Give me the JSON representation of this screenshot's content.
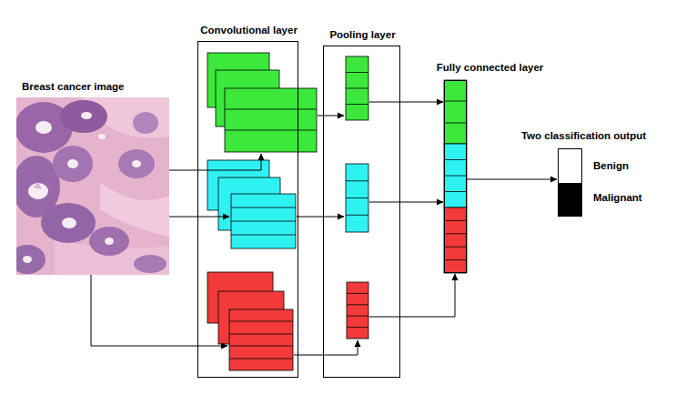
{
  "diagram": {
    "nodes": [
      {
        "text": [
          "Breast cancer image"
        ]
      },
      {
        "text": [
          "Convolutional layer"
        ]
      },
      {
        "text": [
          "Pooling layer"
        ]
      },
      {
        "text": [
          "Fully connected layer"
        ]
      },
      {
        "text": [
          "Two classification output"
        ]
      },
      {
        "text": [
          "Benign"
        ],
        "in": 4
      },
      {
        "text": [
          "Malignant"
        ],
        "in": 4
      }
    ],
    "edges": [
      {
        "from": 0,
        "to": 1,
        "arrow": "to"
      },
      {
        "from": 0,
        "to": 1,
        "arrow": "to"
      },
      {
        "from": 0,
        "to": 1,
        "arrow": "to"
      },
      {
        "from": 1,
        "to": 2,
        "arrow": "to"
      },
      {
        "from": 1,
        "to": 2,
        "arrow": "to"
      },
      {
        "from": 1,
        "to": 2,
        "arrow": "to"
      },
      {
        "from": 2,
        "to": 3,
        "arrow": "to"
      },
      {
        "from": 2,
        "to": 3,
        "arrow": "to"
      },
      {
        "from": 2,
        "to": 3,
        "arrow": "to"
      },
      {
        "from": 3,
        "to": 4,
        "arrow": "to"
      }
    ]
  }
}
